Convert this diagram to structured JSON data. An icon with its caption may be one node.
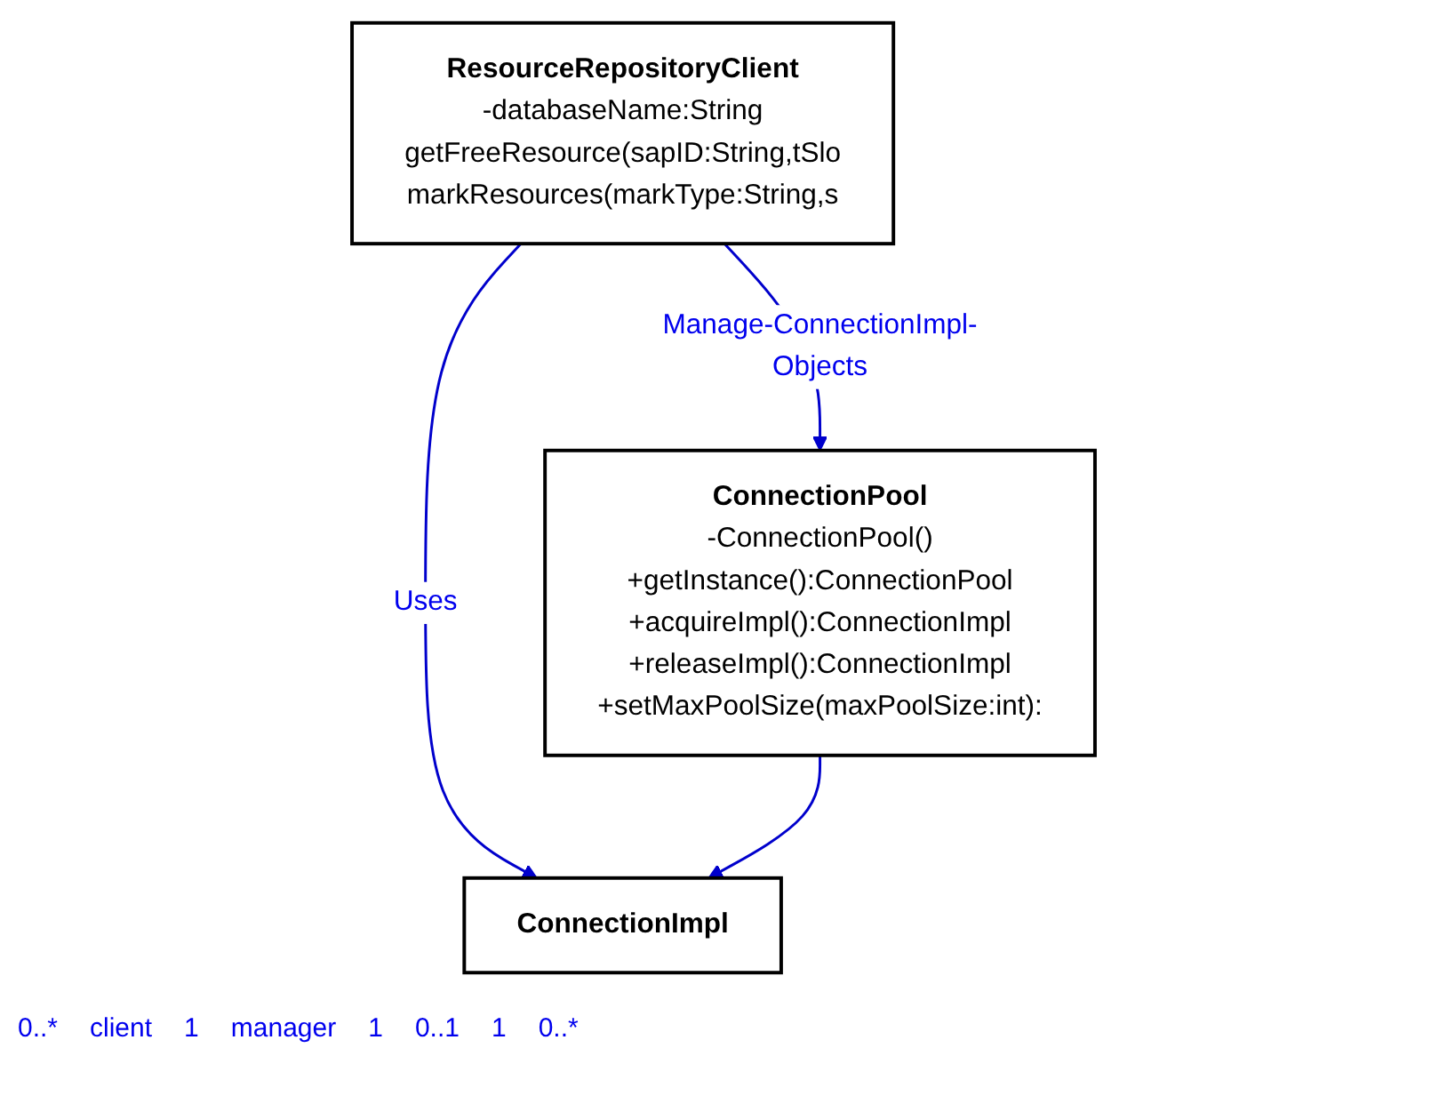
{
  "diagram": {
    "nodes": [
      {
        "text": [
          "ResourceRepositoryClient",
          "-databaseName:String",
          "getFreeResource(sapID:String,tSlo",
          "markResources(markType:String,s"
        ]
      },
      {
        "text": [
          "ConnectionPool",
          "-ConnectionPool()",
          "+getInstance():ConnectionPool",
          "+acquireImpl():ConnectionImpl",
          "+releaseImpl():ConnectionImpl",
          "+setMaxPoolSize(maxPoolSize:int):"
        ]
      },
      {
        "text": [
          "ConnectionImpl"
        ]
      }
    ],
    "edges": [
      {
        "from": 0,
        "to": 1,
        "arrow": "to",
        "label": "Manage-ConnectionImpl-Objects"
      },
      {
        "from": 0,
        "to": 2,
        "arrow": "to",
        "label": "Uses"
      },
      {
        "from": 1,
        "to": 2,
        "arrow": "to"
      }
    ],
    "labels": [
      "0..*",
      "client",
      "1",
      "manager",
      "1",
      "0..1",
      "1",
      "0..*"
    ]
  }
}
